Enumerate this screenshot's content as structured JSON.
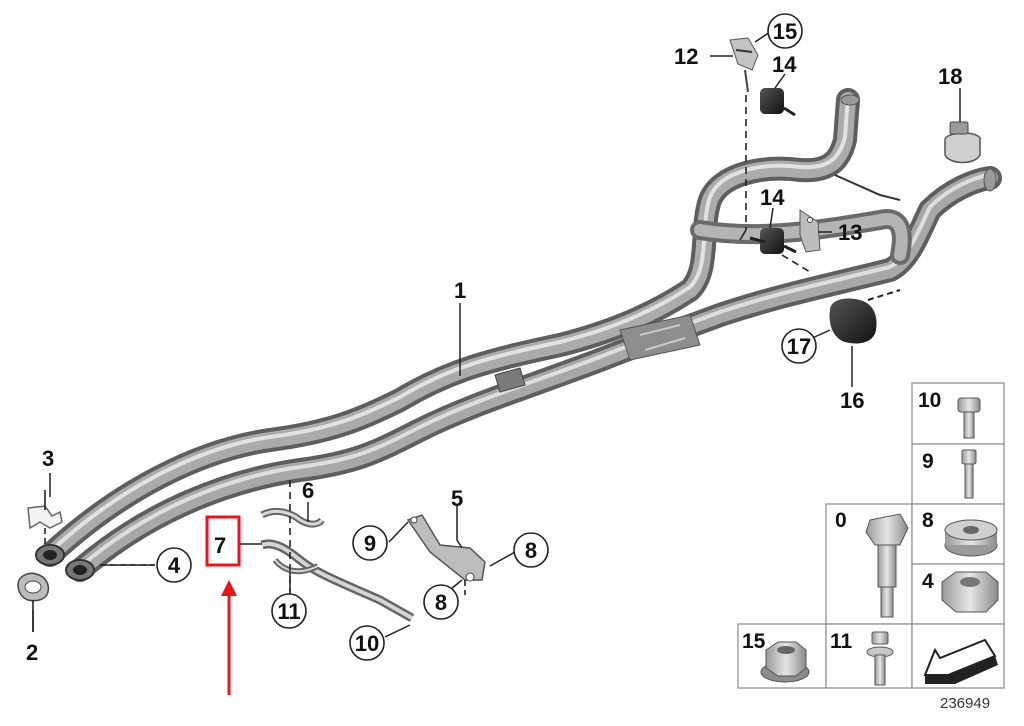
{
  "diagram": {
    "id": "236949",
    "highlight_color": "#e8161b",
    "labels": {
      "p1": "1",
      "p2": "2",
      "p3": "3",
      "p4": "4",
      "p5": "5",
      "p6": "6",
      "p7": "7",
      "p8a": "8",
      "p8b": "8",
      "p9": "9",
      "p10": "10",
      "p11": "11",
      "p12": "12",
      "p13": "13",
      "p14a": "14",
      "p14b": "14",
      "p15": "15",
      "p16": "16",
      "p17": "17",
      "p18": "18"
    },
    "hardware_table": {
      "c10": "10",
      "c9": "9",
      "c0": "0",
      "c8": "8",
      "c4": "4",
      "c15": "15",
      "c11": "11"
    }
  }
}
